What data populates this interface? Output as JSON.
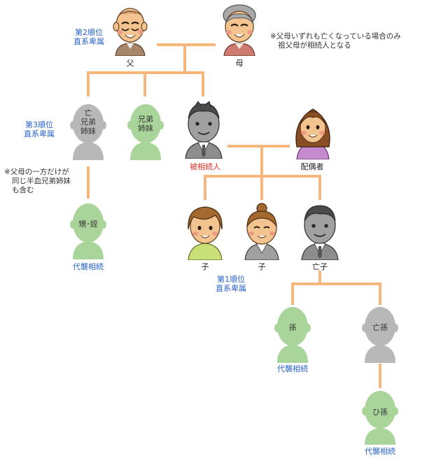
{
  "labels": {
    "father": "父",
    "mother": "母",
    "rank2_line1": "第2順位",
    "rank2_line2": "直系卑属",
    "note_grandparents_line1": "※父母いずれも亡くなっている場合のみ",
    "note_grandparents_line2": "祖父母が相続人となる",
    "rank3_line1": "第3順位",
    "rank3_line2": "直系卑属",
    "dead_sibling_line1": "亡",
    "dead_sibling_line2": "兄弟",
    "dead_sibling_line3": "姉妹",
    "sibling_line1": "兄弟",
    "sibling_line2": "姉妹",
    "decedent": "被相続人",
    "spouse": "配偶者",
    "note_half_line1": "※父母の一方だけが",
    "note_half_line2": "同じ半血兄弟姉妹",
    "note_half_line3": "も含む",
    "nephew": "甥･姪",
    "nephew_sub": "代襲相続",
    "child1": "子",
    "child2": "子",
    "dead_child": "亡子",
    "rank1_line1": "第1順位",
    "rank1_line2": "直系卑属",
    "grandchild": "孫",
    "grandchild_sub": "代襲相続",
    "dead_grandchild": "亡孫",
    "great_grandchild": "ひ孫",
    "great_grandchild_sub": "代襲相続"
  },
  "colors": {
    "connector": "#f6b77f",
    "gray_silhouette": "#b8b8b8",
    "green_silhouette": "#a9d59a",
    "rank_text": "#2a63c9",
    "decedent_text": "#e0302a"
  }
}
